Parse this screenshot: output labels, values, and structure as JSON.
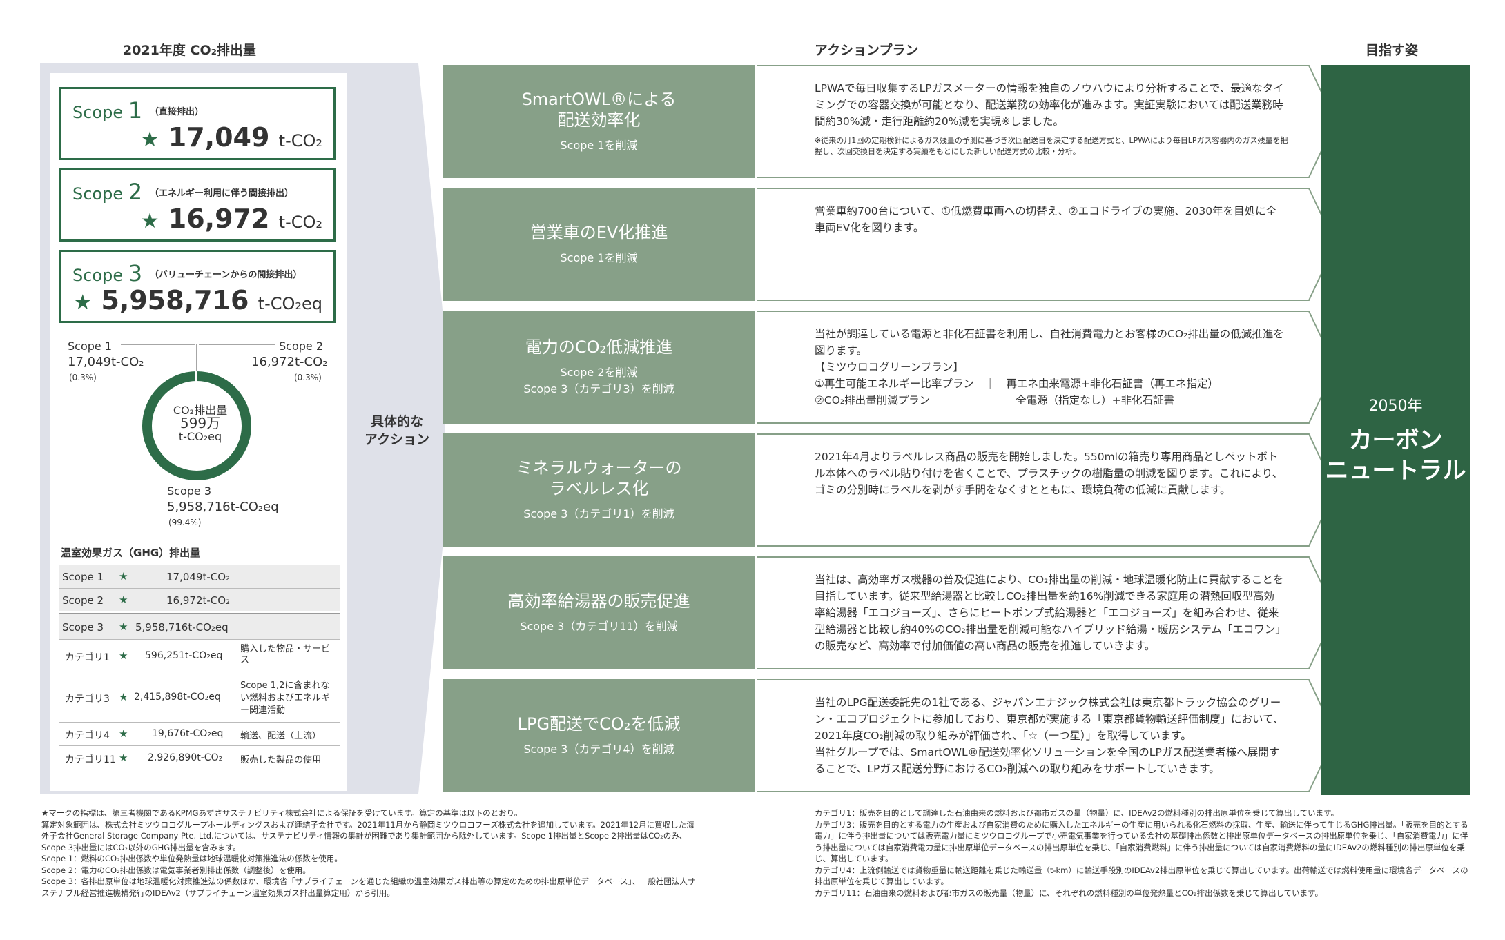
{
  "headers": {
    "left": "2021年度 CO₂排出量",
    "middle": "アクションプラン",
    "right": "目指す姿"
  },
  "scopes": [
    {
      "label": "Scope",
      "num": "1",
      "sub": "（直接排出）",
      "star": "★",
      "value": "17,049",
      "unit": "t-CO₂"
    },
    {
      "label": "Scope",
      "num": "2",
      "sub": "（エネルギー利用に伴う間接排出）",
      "star": "★",
      "value": "16,972",
      "unit": "t-CO₂"
    },
    {
      "label": "Scope",
      "num": "3",
      "sub": "（バリューチェーンからの間接排出）",
      "star": "★",
      "value": "5,958,716",
      "unit": "t-CO₂eq"
    }
  ],
  "donut": {
    "s1_label": "Scope 1",
    "s1_value": "17,049t-CO₂",
    "s1_pct": "(0.3%)",
    "s2_label": "Scope 2",
    "s2_value": "16,972t-CO₂",
    "s2_pct": "(0.3%)",
    "s3_label": "Scope 3",
    "s3_value": "5,958,716t-CO₂eq",
    "s3_pct": "(99.4%)",
    "center_l1": "CO₂排出量",
    "center_l2": "599万",
    "center_l3": "t-CO₂eq",
    "color": "#2d6c48"
  },
  "ghg_title": "温室効果ガス（GHG）排出量",
  "ghg_rows": [
    {
      "name": "Scope 1",
      "star": "★",
      "value": "17,049t-CO₂",
      "note": ""
    },
    {
      "name": "Scope 2",
      "star": "★",
      "value": "16,972t-CO₂",
      "note": ""
    },
    {
      "name": "Scope 3",
      "star": "★",
      "value": "5,958,716t-CO₂eq",
      "note": ""
    },
    {
      "name": "カテゴリ1",
      "star": "★",
      "value": "596,251t-CO₂eq",
      "note": "購入した物品・サービス"
    },
    {
      "name": "カテゴリ3",
      "star": "★",
      "value": "2,415,898t-CO₂eq",
      "note": "Scope 1,2に含まれない燃料およびエネルギー関連活動"
    },
    {
      "name": "カテゴリ4",
      "star": "★",
      "value": "19,676t-CO₂eq",
      "note": "輸送、配送（上流）"
    },
    {
      "name": "カテゴリ11",
      "star": "★",
      "value": "2,926,890t-CO₂",
      "note": "販売した製品の使用"
    }
  ],
  "funnel_label_1": "具体的な",
  "funnel_label_2": "アクション",
  "actions": [
    {
      "title": "SmartOWL®による\n配送効率化",
      "scope": "Scope 1を削減",
      "desc": "LPWAで毎日収集するLPガスメーターの情報を独自のノウハウにより分析することで、最適なタイミングでの容器交換が可能となり、配送業務の効率化が進みます。実証実験においては配送業務時間約30%減・走行距離約20%減を実現※しました。",
      "note": "※従来の月1回の定期検針によるガス残量の予測に基づき次回配送日を決定する配送方式と、LPWAにより毎日LPガス容器内のガス残量を把握し、次回交換日を決定する実績をもとにした新しい配送方式の比較・分析。"
    },
    {
      "title": "営業車のEV化推進",
      "scope": "Scope 1を削減",
      "desc": "営業車約700台について、①低燃費車両への切替え、②エコドライブの実施、2030年を目処に全車両EV化を図ります。",
      "note": ""
    },
    {
      "title": "電力のCO₂低減推進",
      "scope": "Scope 2を削減\nScope 3（カテゴリ3）を削減",
      "desc": "当社が調達している電源と非化石証書を利用し、自社消費電力とお客様のCO₂排出量の低減推進を図ります。\n【ミツウロコグリーンプラン】\n①再生可能エネルギー比率プラン　｜　再エネ由来電源+非化石証書（再エネ指定）\n②CO₂排出量削減プラン　　　　　｜　　全電源（指定なし）+非化石証書",
      "note": ""
    },
    {
      "title": "ミネラルウォーターの\nラベルレス化",
      "scope": "Scope 3（カテゴリ1）を削減",
      "desc": "2021年4月よりラベルレス商品の販売を開始しました。550mlの箱売り専用商品としペットボトル本体へのラベル貼り付けを省くことで、プラスチックの樹脂量の削減を図ります。これにより、ゴミの分別時にラベルを剥がす手間をなくすとともに、環境負荷の低減に貢献します。",
      "note": ""
    },
    {
      "title": "高効率給湯器の販売促進",
      "scope": "Scope 3（カテゴリ11）を削減",
      "desc": "当社は、高効率ガス機器の普及促進により、CO₂排出量の削減・地球温暖化防止に貢献することを目指しています。従来型給湯器と比較しCO₂排出量を約16%削減できる家庭用の潜熱回収型高効率給湯器「エコジョーズ」、さらにヒートポンプ式給湯器と「エコジョーズ」を組み合わせ、従来型給湯器と比較し約40%のCO₂排出量を削減可能なハイブリッド給湯・暖房システム「エコワン」の販売など、高効率で付加価値の高い商品の販売を推進していきます。",
      "note": ""
    },
    {
      "title": "LPG配送でCO₂を低減",
      "scope": "Scope 3（カテゴリ4）を削減",
      "desc": "当社のLPG配送委託先の1社である、ジャパンエナジック株式会社は東京都トラック協会のグリーン・エコプロジェクトに参加しており、東京都が実施する「東京都貨物輸送評価制度」において、2021年度CO₂削減の取り組みが評価され、「☆（一つ星）」を取得しています。\n当社グループでは、SmartOWL®配送効率化ソリューションを全国のLPガス配送業者様へ展開することで、LPガス配送分野におけるCO₂削減への取り組みをサポートしていきます。",
      "note": ""
    }
  ],
  "goal": {
    "year": "2050年",
    "line1": "カーボン",
    "line2": "ニュートラル",
    "color": "#2e6444"
  },
  "footnote_left": "★マークの指標は、第三者機関であるKPMGあずさサステナビリティ株式会社による保証を受けています。算定の基準は以下のとおり。\n算定対象範囲は、株式会社ミツウロコグループホールディングスおよび連結子会社です。2021年11月から静岡ミツウロコフーズ株式会社を追加しています。2021年12月に買収した海外子会社General Storage Company Pte. Ltd.については、サステナビリティ情報の集計が困難であり集計範囲から除外しています。Scope 1排出量とScope 2排出量はCO₂のみ、Scope 3排出量にはCO₂以外のGHG排出量を含みます。\nScope 1：燃料のCO₂排出係数や単位発熱量は地球温暖化対策推進法の係数を使用。\nScope 2：電力のCO₂排出係数は電気事業者別排出係数（調整後）を使用。\nScope 3：各排出原単位は地球温暖化対策推進法の係数ほか、環境省「サプライチェーンを通じた組織の温室効果ガス排出等の算定のための排出原単位データベース」、一般社団法人サステナブル経営推進機構発行のIDEAv2（サプライチェーン温室効果ガス排出量算定用）から引用。",
  "footnote_right": "カテゴリ1：販売を目的として調達した石油由来の燃料および都市ガスの量（物量）に、IDEAv2の燃料種別の排出原単位を乗じて算出しています。\nカテゴリ3：販売を目的とする電力の生産および自家消費のために購入したエネルギーの生産に用いられる化石燃料の採取、生産、輸送に伴って生じるGHG排出量。「販売を目的とする電力」に伴う排出量については販売電力量にミツウロコグループで小売電気事業を行っている会社の基礎排出係数と排出原単位データベースの排出原単位を乗じ、「自家消費電力」に伴う排出量については自家消費電力量に排出原単位データベースの排出原単位を乗じ、「自家消費燃料」に伴う排出量については自家消費燃料の量にIDEAv2の燃料種別の排出原単位を乗じ、算出しています。\nカテゴリ4：上流側輸送では貨物重量に輸送距離を乗じた輸送量（t-km）に輸送手段別のIDEAv2排出原単位を乗じて算出しています。出荷輸送では燃料使用量に環境省データベースの排出原単位を乗じて算出しています。\nカテゴリ11：石油由来の燃料および都市ガスの販売量（物量）に、それぞれの燃料種別の単位発熱量とCO₂排出係数を乗じて算出しています。"
}
